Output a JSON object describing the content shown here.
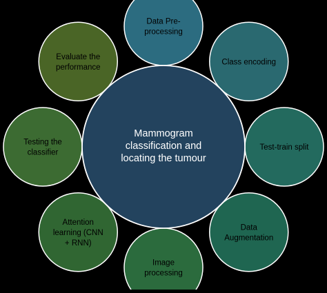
{
  "diagram": {
    "center": {
      "lines": [
        "Mammogram",
        "classification and",
        "locating the tumour"
      ],
      "fill": "#2b5273",
      "text_color": "#ffffff"
    },
    "nodes": [
      {
        "lines": [
          "Data Pre-",
          "processing"
        ],
        "fill": "#2c6c80",
        "text_color": "#000000"
      },
      {
        "lines": [
          "Class encoding"
        ],
        "fill": "#2a6970",
        "text_color": "#000000"
      },
      {
        "lines": [
          "Test-train split"
        ],
        "fill": "#236a5e",
        "text_color": "#000000"
      },
      {
        "lines": [
          "Data",
          "Augmentation"
        ],
        "fill": "#1f6651",
        "text_color": "#000000"
      },
      {
        "lines": [
          "Image",
          "processing"
        ],
        "fill": "#2b6b3d",
        "text_color": "#000000"
      },
      {
        "lines": [
          "Attention",
          "learning (CNN",
          "+ RNN)"
        ],
        "fill": "#306632",
        "text_color": "#000000"
      },
      {
        "lines": [
          "Testing the",
          "classifier"
        ],
        "fill": "#3c6b32",
        "text_color": "#000000"
      },
      {
        "lines": [
          "Evaluate the",
          "performance"
        ],
        "fill": "#4a6526",
        "text_color": "#000000"
      }
    ],
    "stroke_color": "#ffffff"
  }
}
